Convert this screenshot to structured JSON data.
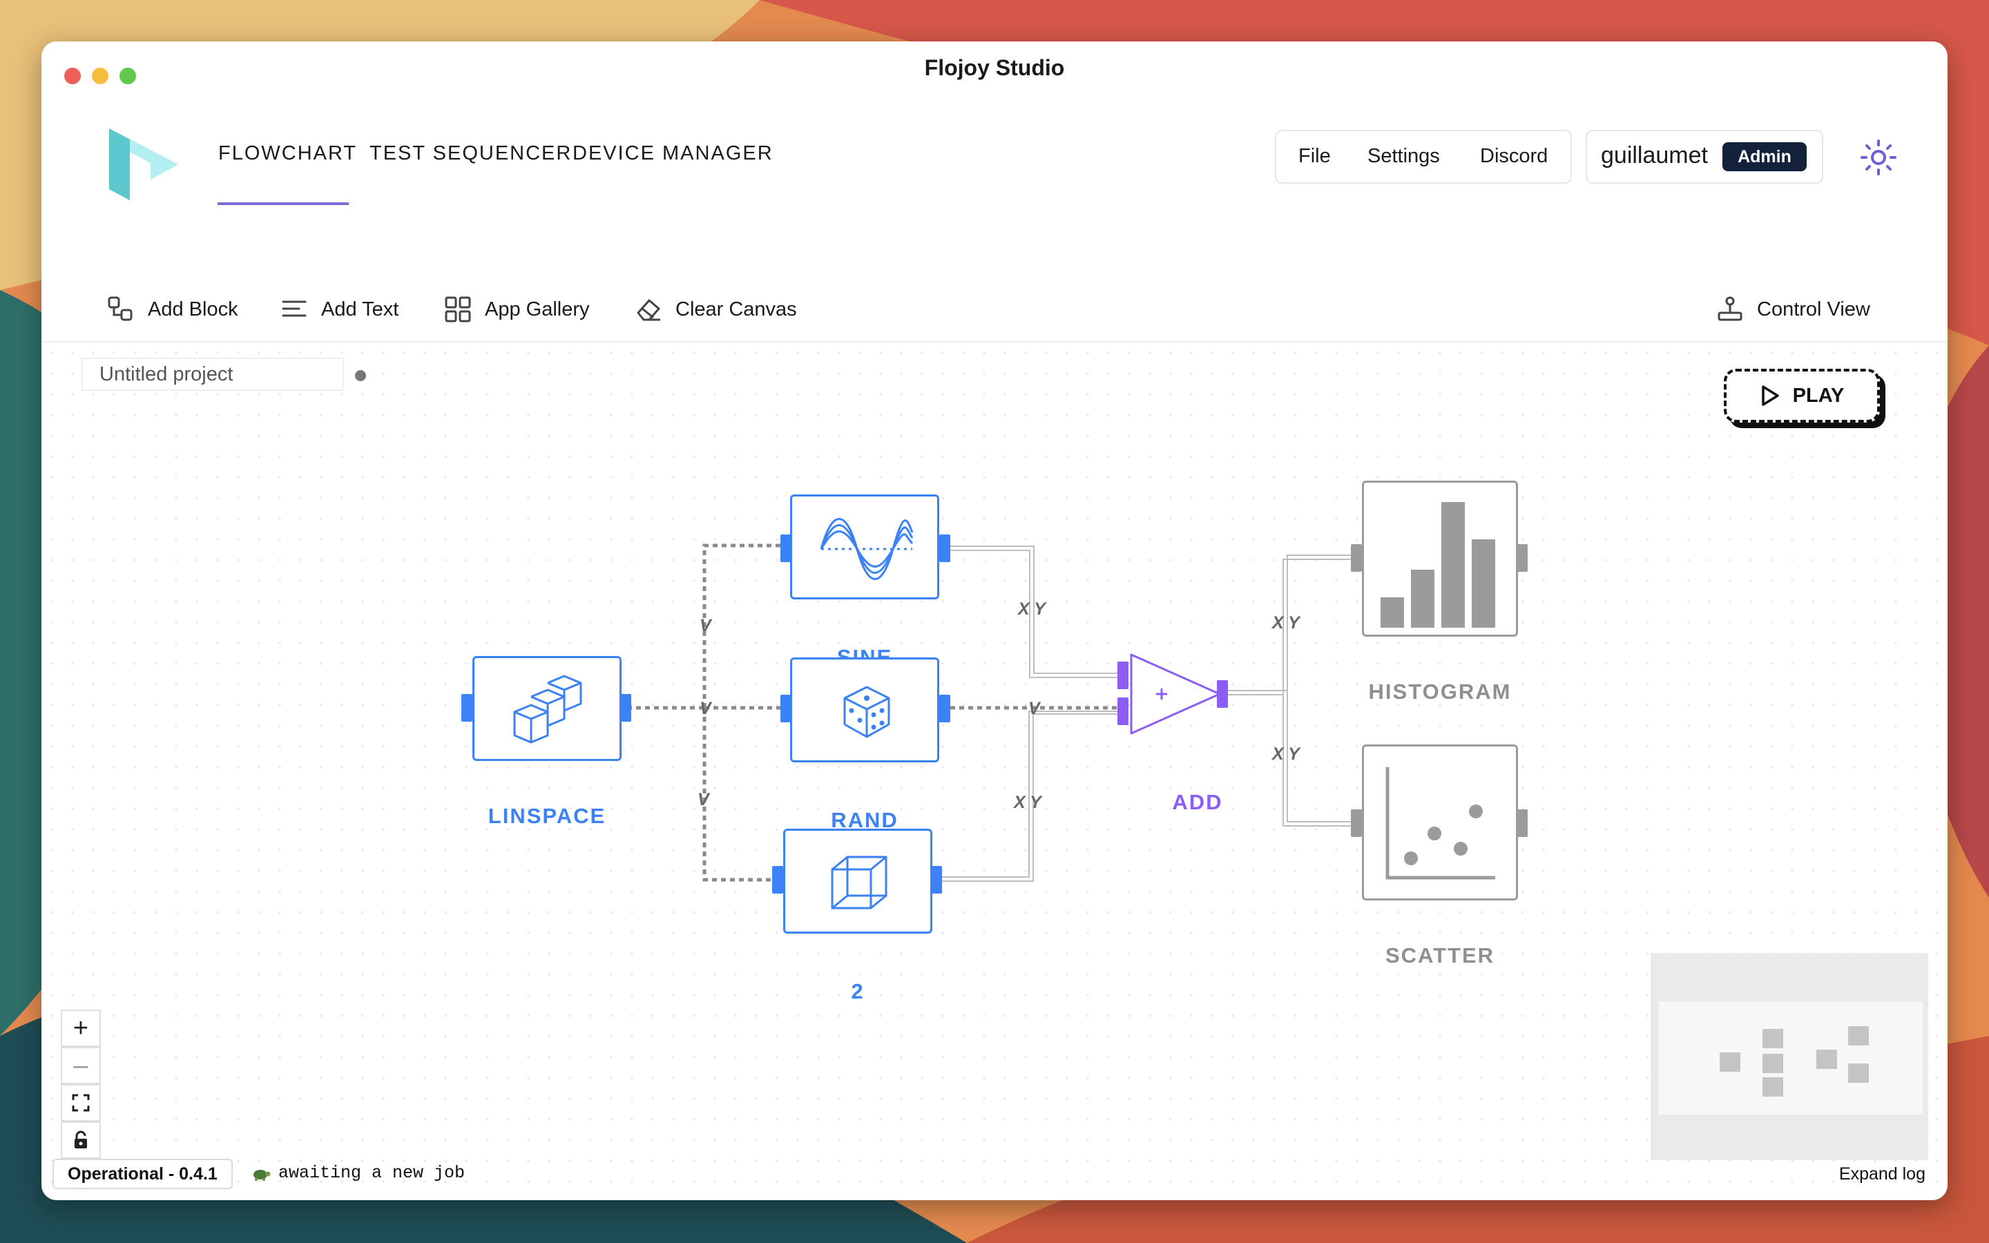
{
  "window": {
    "title": "Flojoy Studio"
  },
  "nav": {
    "tabs": [
      "FLOWCHART",
      "TEST SEQUENCER",
      "DEVICE MANAGER"
    ],
    "active_tab": "FLOWCHART"
  },
  "menu": {
    "file": "File",
    "settings": "Settings",
    "discord": "Discord"
  },
  "user": {
    "name": "guillaumet",
    "role": "Admin"
  },
  "toolbar": {
    "add_block": "Add Block",
    "add_text": "Add Text",
    "app_gallery": "App Gallery",
    "clear_canvas": "Clear Canvas",
    "control_view": "Control View"
  },
  "project": {
    "name": "Untitled project"
  },
  "run": {
    "play_label": "PLAY"
  },
  "nodes": {
    "linspace": "LINSPACE",
    "sine": "SINE",
    "rand": "RAND",
    "constant": "2",
    "add": "ADD",
    "histogram": "HISTOGRAM",
    "scatter": "SCATTER"
  },
  "edge_labels": {
    "v": "V",
    "xy": "X Y"
  },
  "status": {
    "badge": "Operational - 0.4.1",
    "message": "awaiting a new job",
    "expand_log": "Expand log"
  },
  "colors": {
    "accent": "#7a6bd6",
    "node_blue": "#3b82f6",
    "visual_gray": "#9b9b9b",
    "add_purple": "#8b5cf6"
  }
}
